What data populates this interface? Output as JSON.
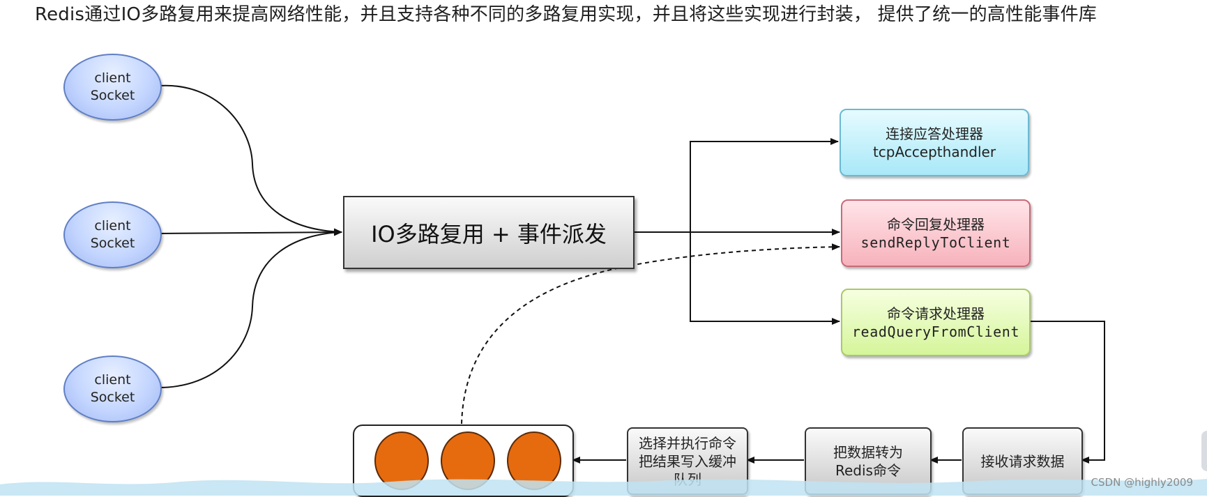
{
  "title": "Redis通过IO多路复用来提高网络性能，并且支持各种不同的多路复用实现，并且将这些实现进行封装， 提供了统一的高性能事件库",
  "clients": [
    {
      "line1": "client",
      "line2": "Socket"
    },
    {
      "line1": "client",
      "line2": "Socket"
    },
    {
      "line1": "client",
      "line2": "Socket"
    }
  ],
  "center_box": "IO多路复用 + 事件派发",
  "handlers": [
    {
      "zh": "连接应答处理器",
      "en": "tcpAccepthandler"
    },
    {
      "zh": "命令回复处理器",
      "en": "sendReplyToClient"
    },
    {
      "zh": "命令请求处理器",
      "en": "readQueryFromClient"
    }
  ],
  "steps": {
    "receive": "接收请求数据",
    "convert": [
      "把数据转为",
      "Redis命令"
    ],
    "execute": [
      "选择并执行命令",
      "把结果写入缓冲",
      "队列"
    ]
  },
  "queue_items": 3,
  "credit": "CSDN @highly2009",
  "colors": {
    "queue_ball": "#e66b0f",
    "client_fill": "#c4d6ff",
    "center_fill": "#dcdcdc"
  }
}
